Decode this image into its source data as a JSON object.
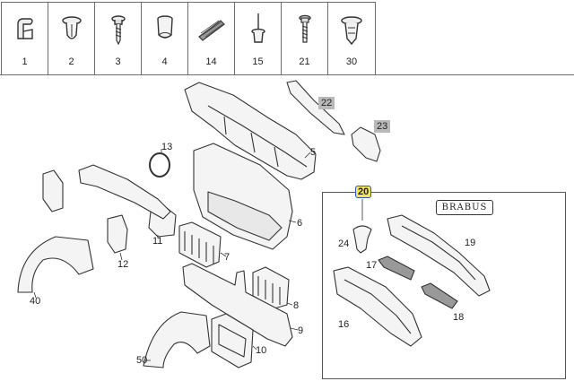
{
  "thumbnails": [
    {
      "label": "1",
      "icon": "spring-clip-icon"
    },
    {
      "label": "2",
      "icon": "push-rivet-icon"
    },
    {
      "label": "3",
      "icon": "screw-icon"
    },
    {
      "label": "4",
      "icon": "grommet-icon"
    },
    {
      "label": "14",
      "icon": "foam-strip-icon"
    },
    {
      "label": "15",
      "icon": "blind-rivet-icon"
    },
    {
      "label": "21",
      "icon": "bolt-icon"
    },
    {
      "label": "30",
      "icon": "expanding-clip-icon"
    }
  ],
  "callouts": {
    "c5": "5",
    "c6": "6",
    "c7": "7",
    "c8": "8",
    "c9": "9",
    "c10": "10",
    "c11": "11",
    "c12": "12",
    "c13": "13",
    "c16": "16",
    "c17": "17",
    "c18": "18",
    "c19": "19",
    "c20": "20",
    "c22": "22",
    "c23": "23",
    "c24": "24",
    "c40": "40",
    "c50": "50"
  },
  "inset": {
    "brand": "BRABUS"
  },
  "colors": {
    "line": "#333333",
    "highlight": "#f2e35a",
    "highlight_border": "#3454c6",
    "grey_tag": "#b9b9b9"
  }
}
